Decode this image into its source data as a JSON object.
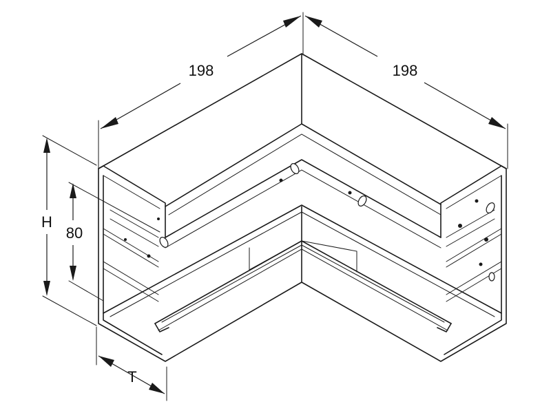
{
  "labels": {
    "width_left": "198",
    "width_right": "198",
    "height": "H",
    "inner_height": "80",
    "depth": "T"
  },
  "colors": {
    "line": "#1a1a1a",
    "background": "#ffffff"
  }
}
